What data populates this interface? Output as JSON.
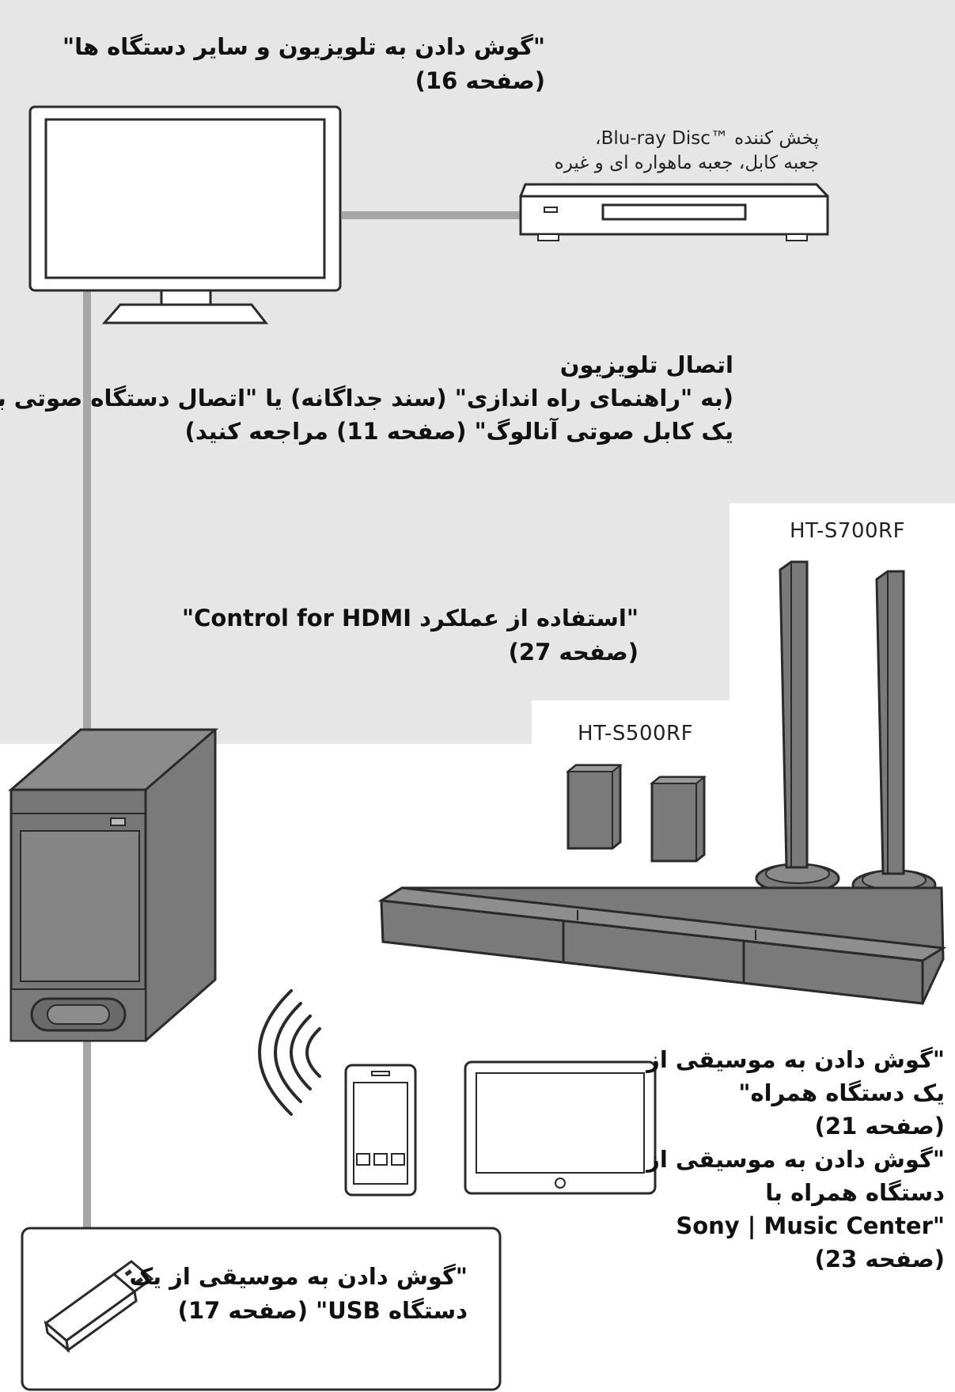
{
  "colors": {
    "panel": "#e6e6e6",
    "stroke": "#2a2a2a",
    "device_fill": "#7a7a7a",
    "cable": "#a6a6a6"
  },
  "tv_listen": {
    "line1": "\"گوش دادن به تلویزیون و سایر دستگاه ها\"",
    "line2": "(صفحه 16)"
  },
  "player_label": {
    "line1": "پخش کننده  ™Blu-ray Disc،",
    "line2": "جعبه کابل، جعبه ماهواره ای و غیره"
  },
  "tv_connect": {
    "line1": "اتصال تلویزیون",
    "line2": "(به \"راهنمای راه اندازی\" (سند جداگانه) یا \"اتصال دستگاه صوتی با",
    "line3": "یک کابل صوتی آنالوگ\" (صفحه 11) مراجعه کنید)"
  },
  "hdmi_control": {
    "line1": "\"استفاده از عملکرد Control for HDMI\"",
    "line2": "(صفحه 27)"
  },
  "models": {
    "tall": "HT-S700RF",
    "short": "HT-S500RF"
  },
  "mobile_listen": {
    "line1": "\"گوش دادن به موسیقی از",
    "line2": "یک دستگاه همراه\"",
    "line3": "(صفحه 21)",
    "line4": "\"گوش دادن به موسیقی از",
    "line5": "دستگاه همراه با",
    "line6": "\"Sony | Music Center",
    "line7": "(صفحه 23)"
  },
  "usb_listen": {
    "line1": "\"گوش دادن به موسیقی از یک",
    "line2": "دستگاه USB\" (صفحه 17)"
  },
  "icons": [
    "tv-icon",
    "bluray-player-icon",
    "subwoofer-icon",
    "tall-speaker-icon",
    "rear-speaker-icon",
    "soundbar-icon",
    "wireless-signal-icon",
    "smartphone-icon",
    "tablet-icon",
    "usb-drive-icon"
  ]
}
